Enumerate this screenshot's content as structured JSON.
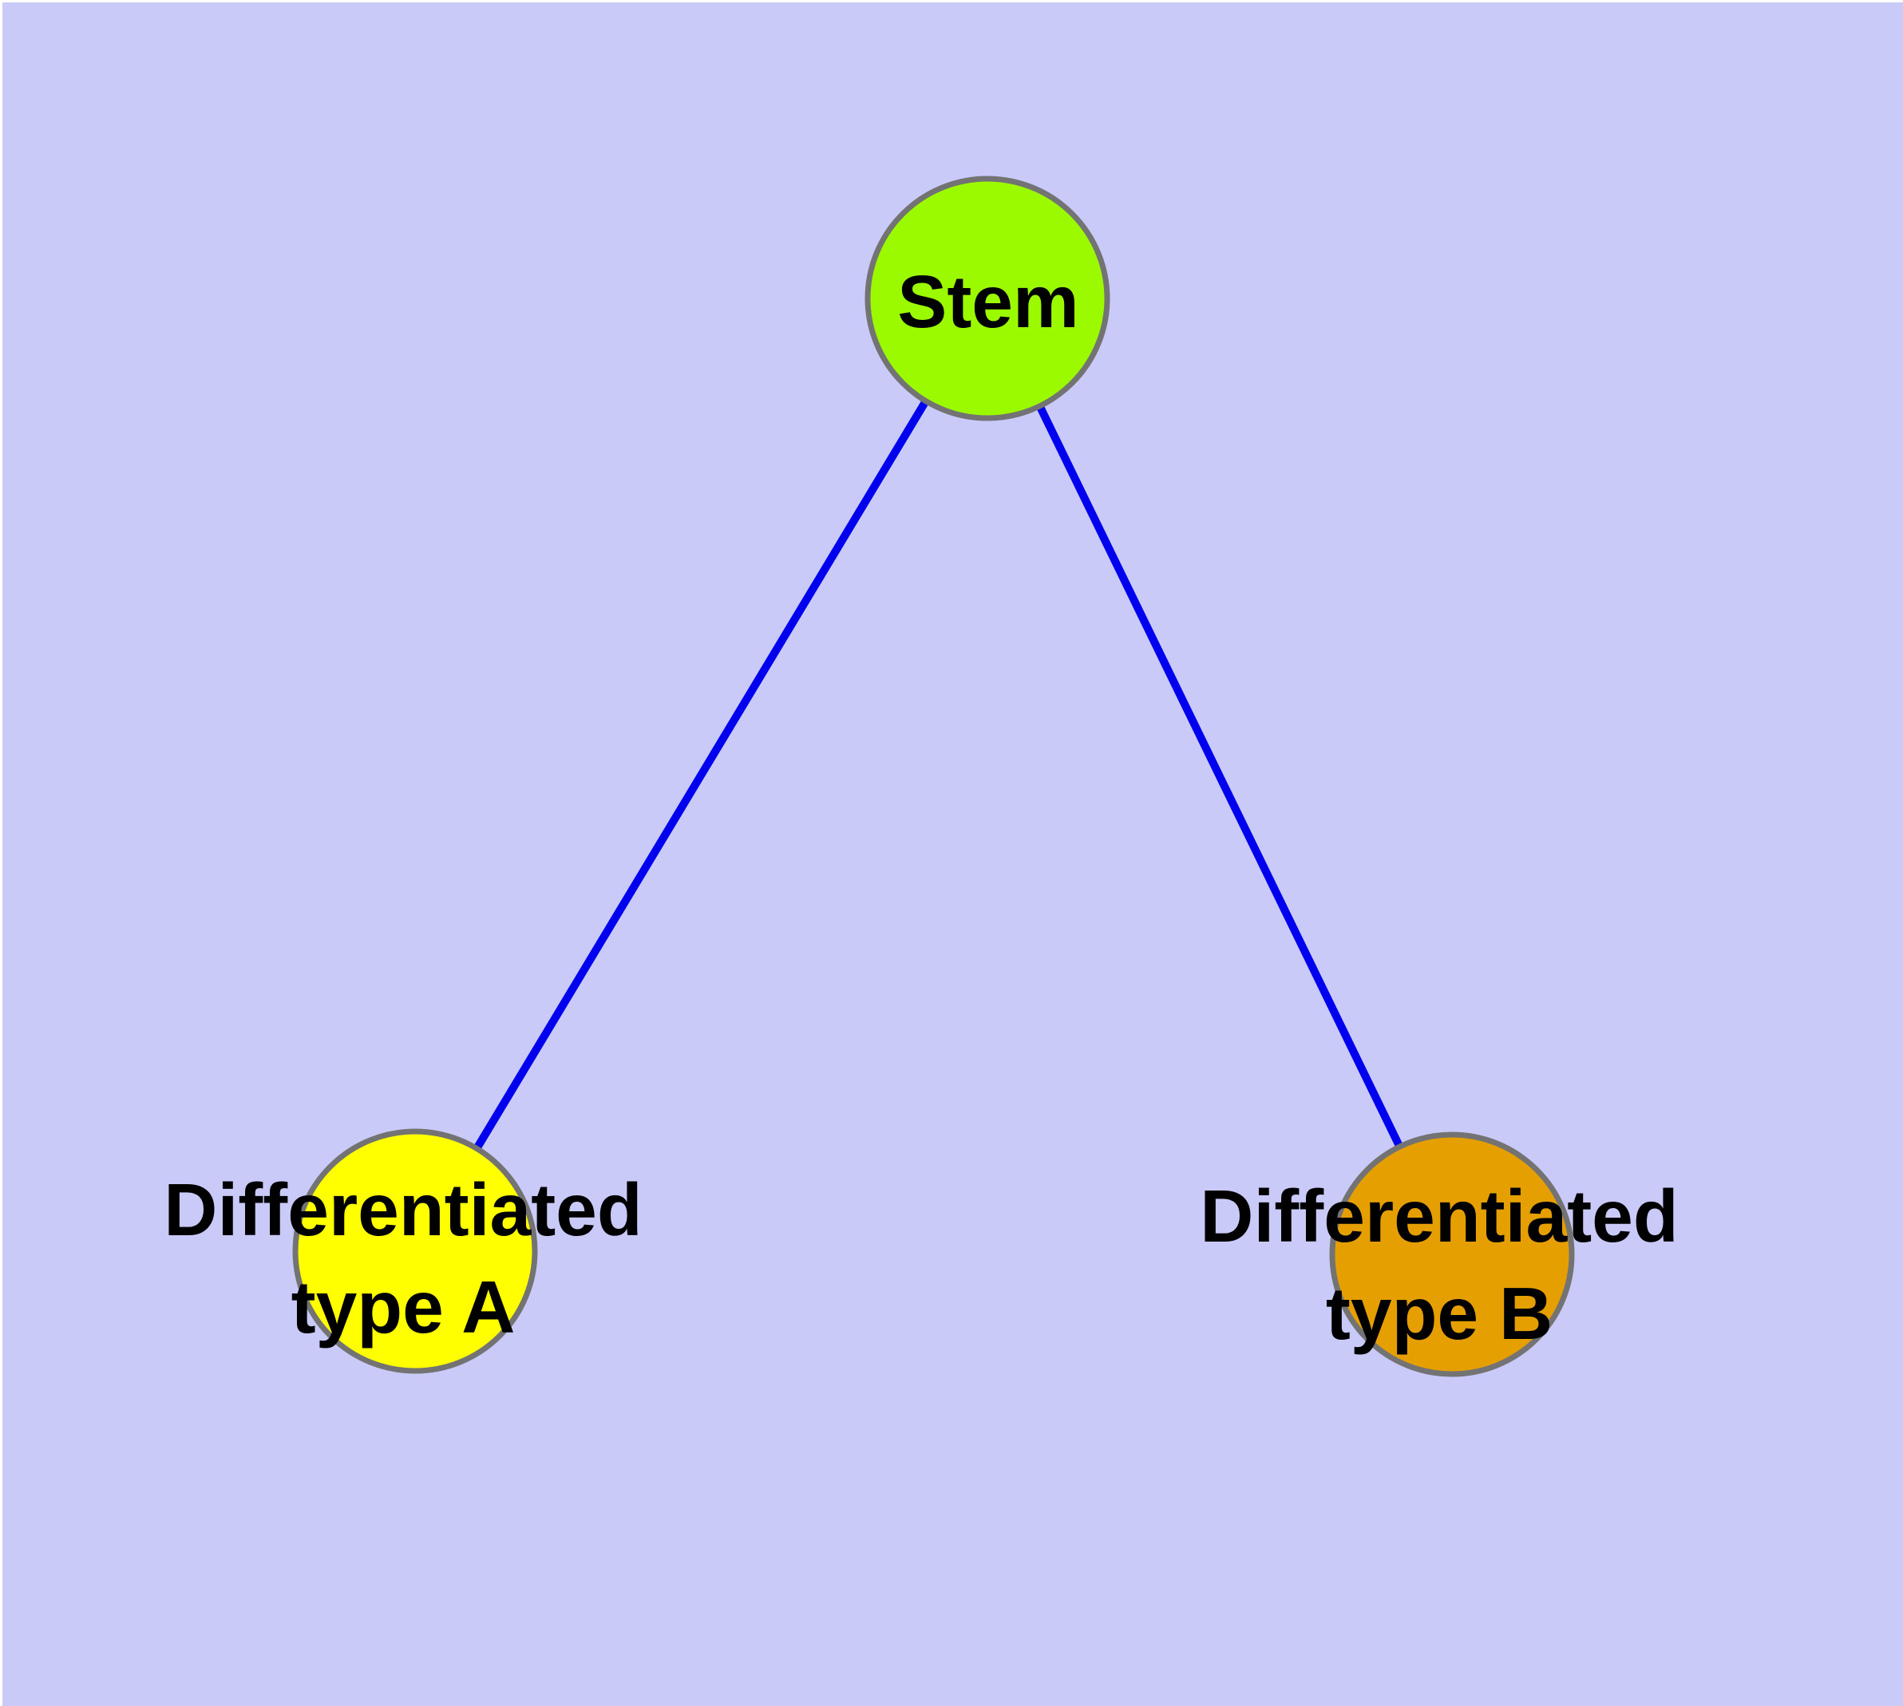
{
  "diagram": {
    "type": "node-link-graph",
    "description": "Cell differentiation graph: Stem node connected to two differentiated cell type nodes",
    "colors": {
      "background": "#C9CAF8",
      "edge": "#0000EE",
      "node_border": "#737373",
      "label_text": "#000000"
    },
    "nodes": [
      {
        "id": "stem",
        "label": "Stem",
        "fill": "#9BFA00"
      },
      {
        "id": "type-a",
        "label": "Differentiated\ntype A",
        "fill": "#FFFF00"
      },
      {
        "id": "type-b",
        "label": "Differentiated\ntype B",
        "fill": "#E69F00"
      }
    ],
    "edges": [
      {
        "from": "stem",
        "to": "type-a"
      },
      {
        "from": "stem",
        "to": "type-b"
      }
    ]
  }
}
